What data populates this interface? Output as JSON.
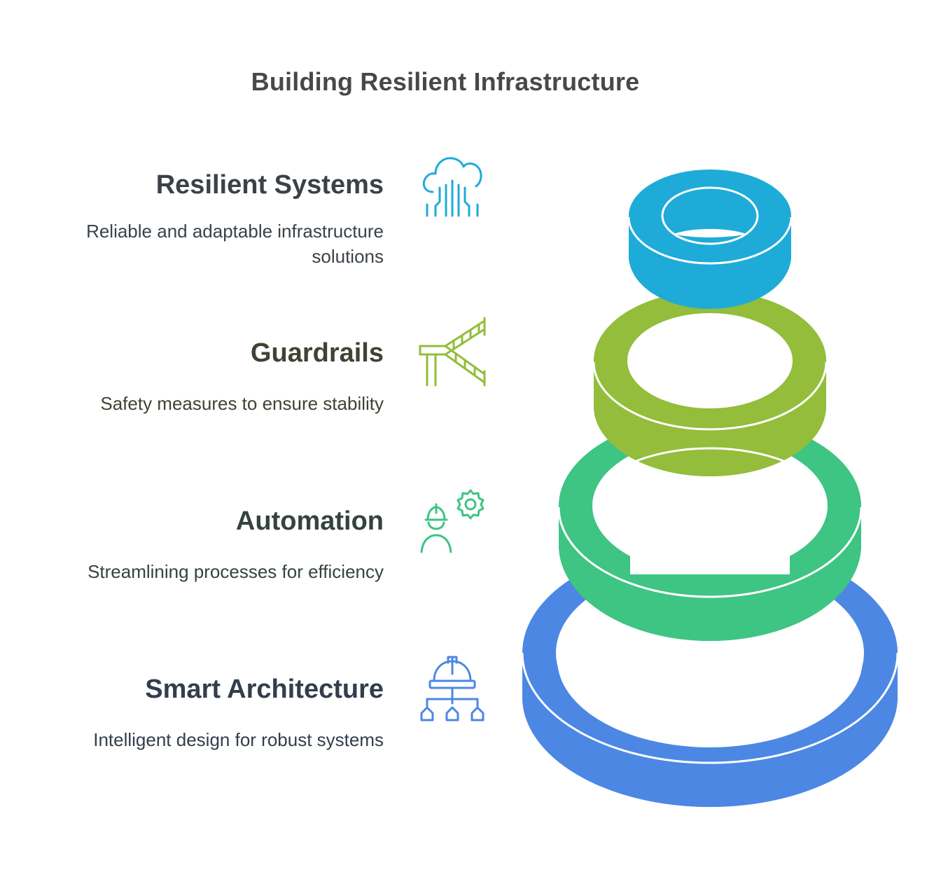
{
  "title": "Building Resilient Infrastructure",
  "items": [
    {
      "title": "Resilient Systems",
      "description": "Reliable and adaptable infrastructure solutions",
      "icon": "cloud-circuit-icon",
      "color": "#1fabd8",
      "title_color": "#3a4249",
      "desc_color": "#3a4249"
    },
    {
      "title": "Guardrails",
      "description": "Safety measures to ensure stability",
      "icon": "guardrail-icon",
      "color": "#93bd3b",
      "title_color": "#3f4333",
      "desc_color": "#3f4333"
    },
    {
      "title": "Automation",
      "description": "Streamlining processes for efficiency",
      "icon": "worker-gear-icon",
      "color": "#3ec483",
      "title_color": "#34443d",
      "desc_color": "#34443d"
    },
    {
      "title": "Smart Architecture",
      "description": "Intelligent design for robust systems",
      "icon": "hardhat-hierarchy-icon",
      "color": "#4d87e4",
      "title_color": "#343d4c",
      "desc_color": "#343d4c"
    }
  ]
}
